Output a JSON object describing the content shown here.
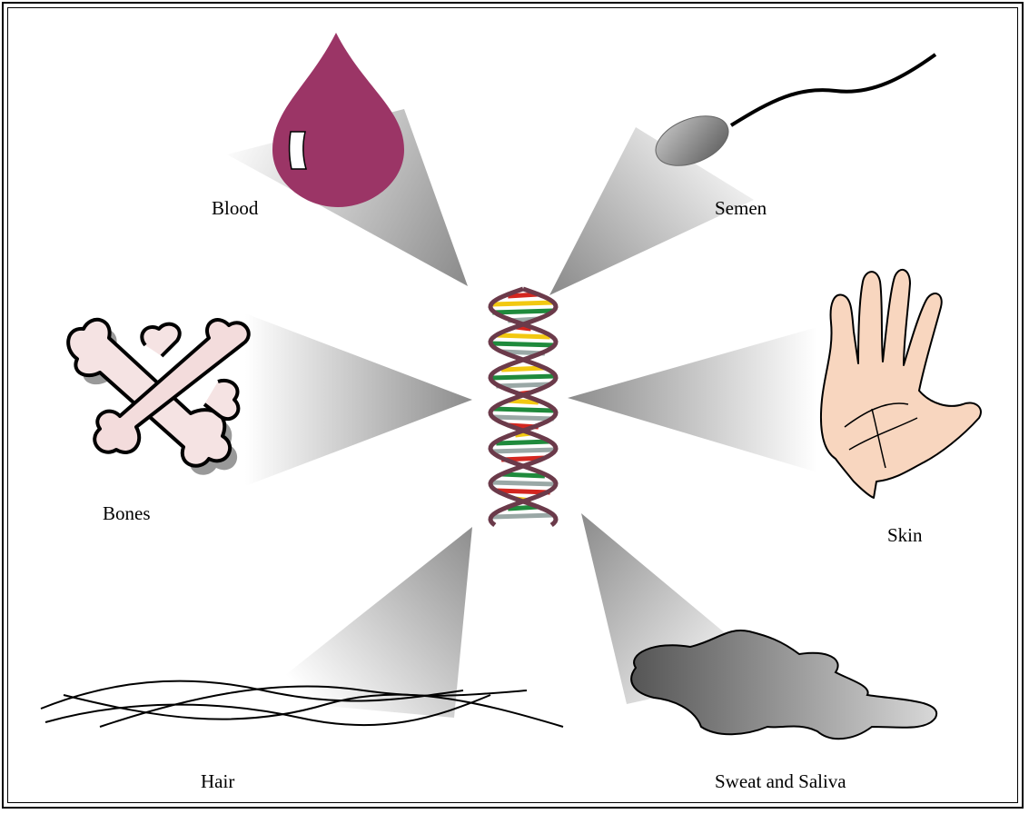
{
  "sources": {
    "blood": "Blood",
    "semen": "Semen",
    "bones": "Bones",
    "skin": "Skin",
    "hair": "Hair",
    "sweat_saliva": "Sweat and Saliva"
  },
  "center": {
    "icon": "dna-double-helix-icon"
  },
  "colors": {
    "blood": "#9b3566",
    "beam_dark": "#8a8a8a",
    "dna_backbone": "#6b3a4a",
    "dna_rungs": [
      "#d4261f",
      "#f2c811",
      "#1f8a3c",
      "#9aa8a6"
    ]
  }
}
